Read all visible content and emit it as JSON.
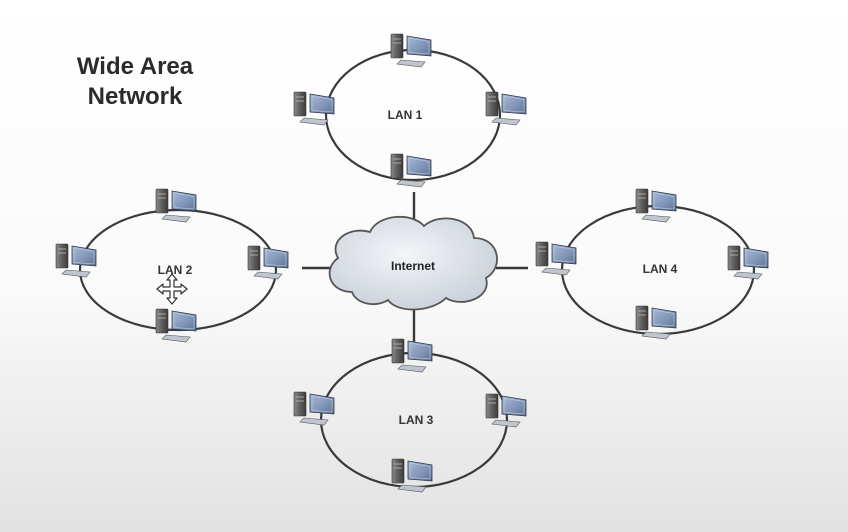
{
  "title_line1": "Wide Area",
  "title_line2": "Network",
  "cloud": {
    "label": "Internet",
    "icon": "internet-cloud-icon"
  },
  "lans": [
    {
      "id": "lan1",
      "label": "LAN 1"
    },
    {
      "id": "lan2",
      "label": "LAN 2"
    },
    {
      "id": "lan3",
      "label": "LAN 3"
    },
    {
      "id": "lan4",
      "label": "LAN 4"
    }
  ],
  "computers_per_lan": 4,
  "icons": {
    "computer": "desktop-computer-icon",
    "cursor": "move-cursor-icon"
  },
  "colors": {
    "ring": "#3a3a3a",
    "monitor": "#7f93b5",
    "tower": "#5a5a5a",
    "cloud": "#d7dce4"
  }
}
